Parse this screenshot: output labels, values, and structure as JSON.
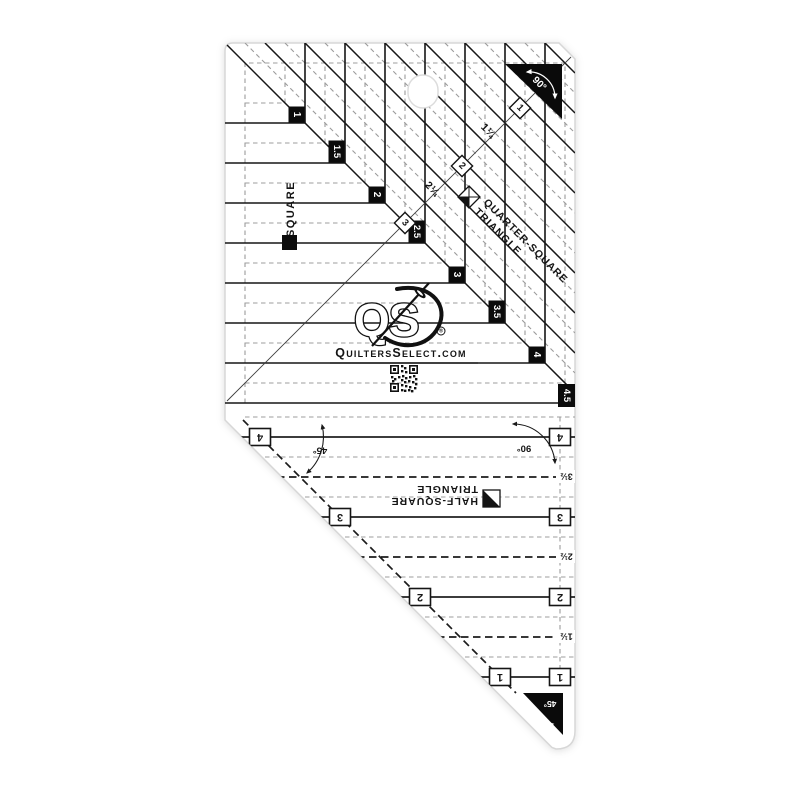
{
  "brand": {
    "logo": "QS",
    "registered": "®",
    "website": "QuiltersSelect.com"
  },
  "qst": {
    "category_label": "SQUARE",
    "label_line1": "QUARTER-SQUARE",
    "label_line2": "TRIANGLE",
    "corner_angle": "90°",
    "tags": [
      "1",
      "1.5",
      "2",
      "2.5",
      "3",
      "3.5",
      "4",
      "4.5"
    ],
    "diamonds": [
      "1",
      "2",
      "3"
    ],
    "fractions": [
      "1¼",
      "2¼"
    ]
  },
  "hst": {
    "label_line1": "HALF-SQUARE",
    "label_line2": "TRIANGLE",
    "left_boxes": [
      "4",
      "3",
      "2",
      "1"
    ],
    "right_boxes": [
      "4",
      "3",
      "2",
      "1"
    ],
    "half_labels": [
      "3½",
      "2½",
      "1½"
    ],
    "angle_left": "45°",
    "angle_right": "90°",
    "tip_angle": "45°"
  }
}
